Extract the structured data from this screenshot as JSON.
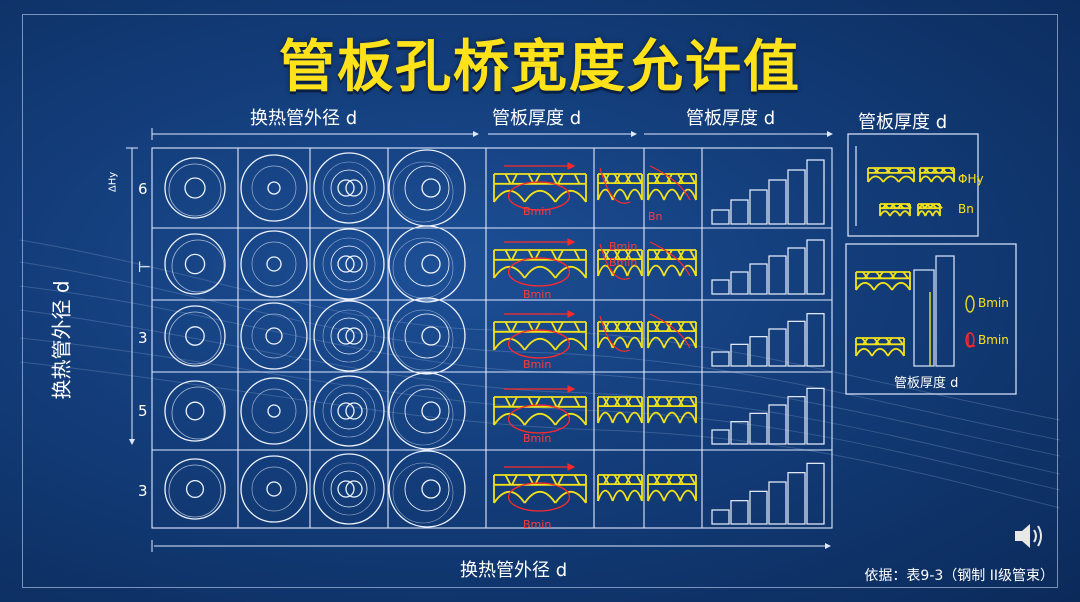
{
  "title": "管板孔桥宽度允许值",
  "top_axis": {
    "label_left": "换热管外径 d",
    "label_mid": "管板厚度 d",
    "label_right": "管板厚度 d",
    "label_far_right": "管板厚度 d"
  },
  "bottom_axis": {
    "label": "换热管外径 d"
  },
  "y_axis": {
    "label": "换热管外径 d",
    "small_label": "ΔHy"
  },
  "row_labels": [
    "6",
    "⊢",
    "3",
    "5",
    "3"
  ],
  "bridge_labels": [
    "Bmin",
    "Bmin",
    "Bmin",
    "Bmin",
    "Bmin",
    "Bmin",
    "Bmin",
    "Bn"
  ],
  "inset_top": {
    "label_a": "ΦHy",
    "label_b": "Bn"
  },
  "inset_bottom": {
    "bmin_a": "Bmin",
    "bmin_b": "Bmin",
    "caption": "管板厚度 d"
  },
  "source": "依据：表9-3（钢制 II级管束）",
  "colors": {
    "background": "#133d7a",
    "title": "#ffe21a",
    "line": "#dfe9ff",
    "bridge": "#f2e21c",
    "marker": "#ff2a2a"
  }
}
